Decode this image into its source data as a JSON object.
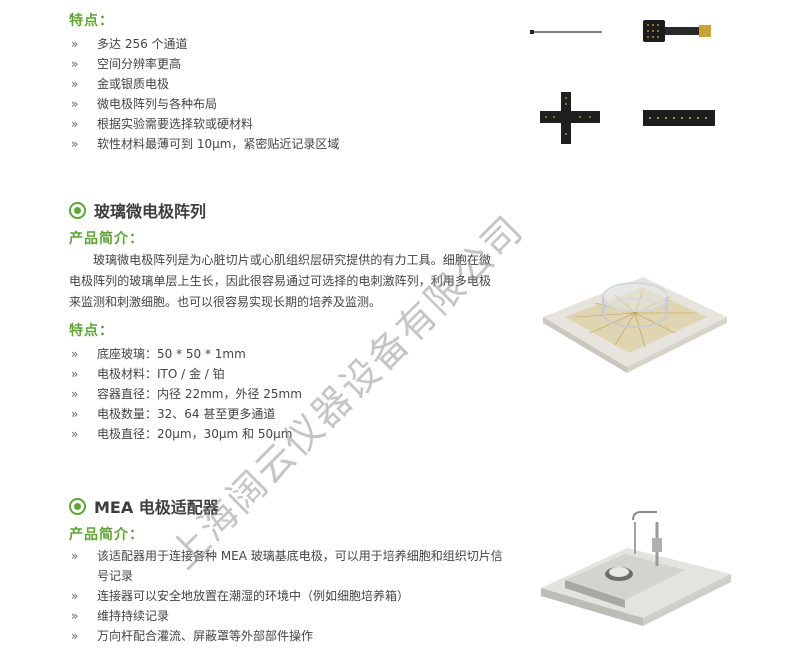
{
  "section1": {
    "features_heading": "特点：",
    "bullet_char": "»",
    "features": [
      "多达 256 个通道",
      "空间分辨率更高",
      "金或银质电极",
      "微电极阵列与各种布局",
      "根据实验需要选择软或硬材料",
      "软性材料最薄可到 10µm，紧密贴近记录区域"
    ]
  },
  "section2": {
    "title": "玻璃微电极阵列",
    "intro_heading": "产品简介：",
    "intro_text": "玻璃微电极阵列是为心脏切片或心肌组织层研究提供的有力工具。细胞在微电极阵列的玻璃单层上生长，因此很容易通过可选择的电刺激阵列，利用多电极来监测和刺激细胞。也可以很容易实现长期的培养及监测。",
    "features_heading": "特点：",
    "features": [
      "底座玻璃：50 * 50 * 1mm",
      "电极材料：ITO / 金 / 铂",
      "容器直径：内径 22mm，外径 25mm",
      "电极数量：32、64 甚至更多通道",
      "电极直径：20µm，30µm 和 50µm"
    ]
  },
  "section3": {
    "title": "MEA 电极适配器",
    "intro_heading": "产品简介：",
    "features": [
      "该适配器用于连接各种 MEA 玻璃基底电极，可以用于培养细胞和组织切片信号记录",
      "连接器可以安全地放置在潮湿的环境中（例如细胞培养箱）",
      "维持持续记录",
      "万向杆配合灌流、屏蔽罩等外部部件操作"
    ]
  },
  "watermark": "上海阔云仪器设备有限公司",
  "colors": {
    "accent": "#5ea535",
    "text": "#444444"
  }
}
